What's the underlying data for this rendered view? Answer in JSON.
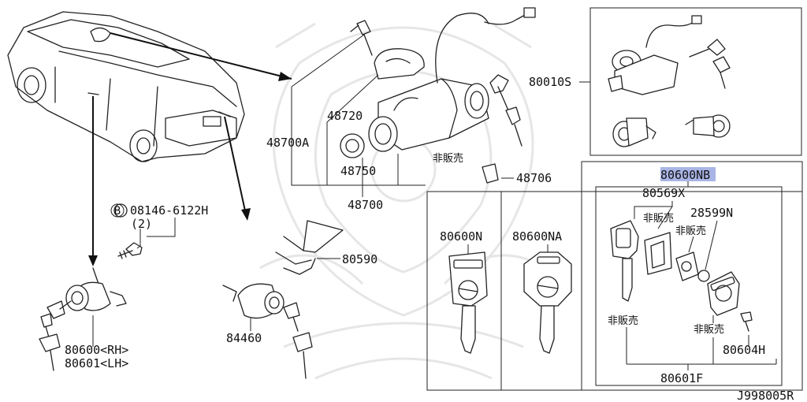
{
  "diagram": {
    "watermark": "emblem-watermark",
    "callouts": {
      "p48700A": "48700A",
      "p48720": "48720",
      "p48750": "48750",
      "p48700": "48700",
      "p48706": "48706",
      "p80010S": "80010S",
      "p80590": "80590",
      "p84460": "84460",
      "p08146_6122H": "08146-6122H",
      "qty2": "(2)",
      "bolt_marker": "B",
      "p80600_rh": "80600<RH>",
      "p80601_lh": "80601<LH>",
      "p80600N": "80600N",
      "p80600NA": "80600NA",
      "p80600NB": "80600NB",
      "p80569X": "80569X",
      "p28599N": "28599N",
      "p80604H": "80604H",
      "p80601F": "80601F",
      "not_for_sale": "非販売",
      "figure_code": "J998005R"
    },
    "highlight_color": "#a9b4e6",
    "icons": [
      "car-outline",
      "ignition-switch",
      "door-lock-cylinder",
      "trunk-lock-cylinder",
      "key-blank",
      "transponder-chip"
    ]
  }
}
